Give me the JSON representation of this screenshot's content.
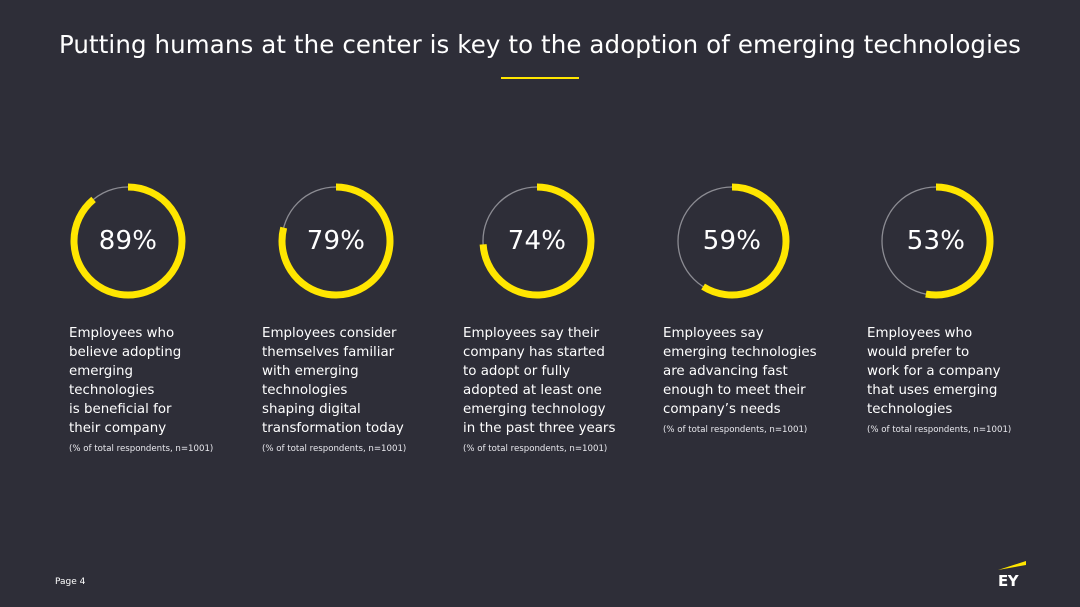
{
  "title": "Putting humans at the center is key to the adoption of emerging technologies",
  "colors": {
    "background": "#2e2e38",
    "accent": "#ffe600",
    "track": "#8c8c93",
    "text": "#ffffff"
  },
  "chart_data": {
    "type": "donut",
    "series": [
      {
        "value": 89,
        "label": "89%",
        "description": "Employees who\nbelieve adopting\nemerging\ntechnologies\nis beneficial for\ntheir company",
        "note": "(% of total respondents, n=1001)"
      },
      {
        "value": 79,
        "label": "79%",
        "description": "Employees consider\nthemselves familiar\nwith emerging\ntechnologies\nshaping digital\ntransformation today",
        "note": "(% of total respondents, n=1001)"
      },
      {
        "value": 74,
        "label": "74%",
        "description": "Employees say their\ncompany has started\nto adopt or fully\nadopted at least one\nemerging technology\nin the past three years",
        "note": "(% of total respondents, n=1001)"
      },
      {
        "value": 59,
        "label": "59%",
        "description": "Employees say\nemerging technologies\nare advancing fast\nenough to meet their\ncompany’s needs",
        "note": "(% of total respondents, n=1001)"
      },
      {
        "value": 53,
        "label": "53%",
        "description": "Employees who\nwould prefer to\nwork for a company\nthat uses emerging\ntechnologies",
        "note": "(% of total respondents, n=1001)"
      }
    ]
  },
  "footer": {
    "page_label": "Page 4",
    "logo_text": "EY"
  }
}
